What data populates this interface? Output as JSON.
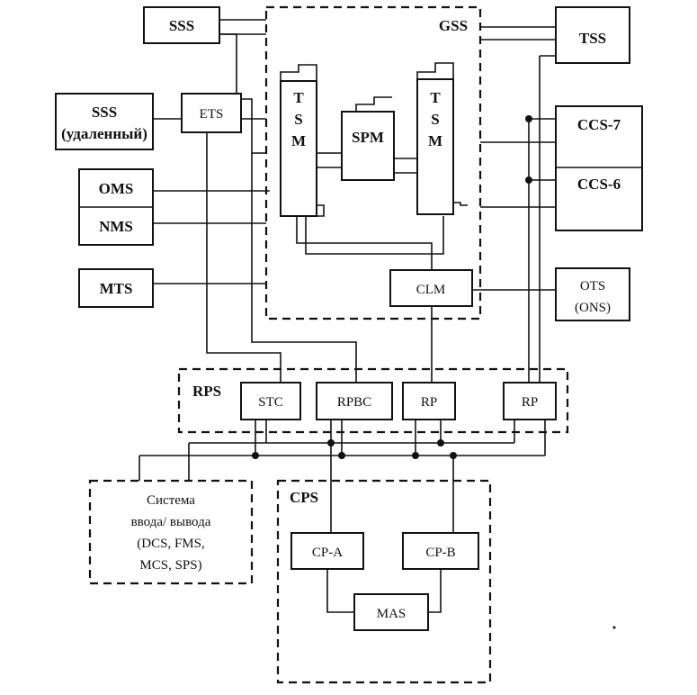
{
  "diagram": {
    "nodes": {
      "sss": "SSS",
      "gss": "GSS",
      "tss": "TSS",
      "sss_remote_1": "SSS",
      "sss_remote_2": "(удаленный)",
      "ets": "ETS",
      "tsm_left": [
        "T",
        "S",
        "M"
      ],
      "spm": "SPM",
      "tsm_right": [
        "T",
        "S",
        "M"
      ],
      "ccs7": "CCS-7",
      "ccs6": "CCS-6",
      "oms": "OMS",
      "nms": "NMS",
      "mts": "MTS",
      "clm": "CLM",
      "ots_1": "OTS",
      "ots_2": "(ONS)",
      "rps": "RPS",
      "stc": "STC",
      "rpbc": "RPBC",
      "rp1": "RP",
      "rp2": "RP",
      "io_1": "Система",
      "io_2": "ввода/ вывода",
      "io_3": "(DCS, FMS,",
      "io_4": "MCS, SPS)",
      "cps": "CPS",
      "cpa": "CP-A",
      "cpb": "CP-B",
      "mas": "MAS"
    }
  }
}
